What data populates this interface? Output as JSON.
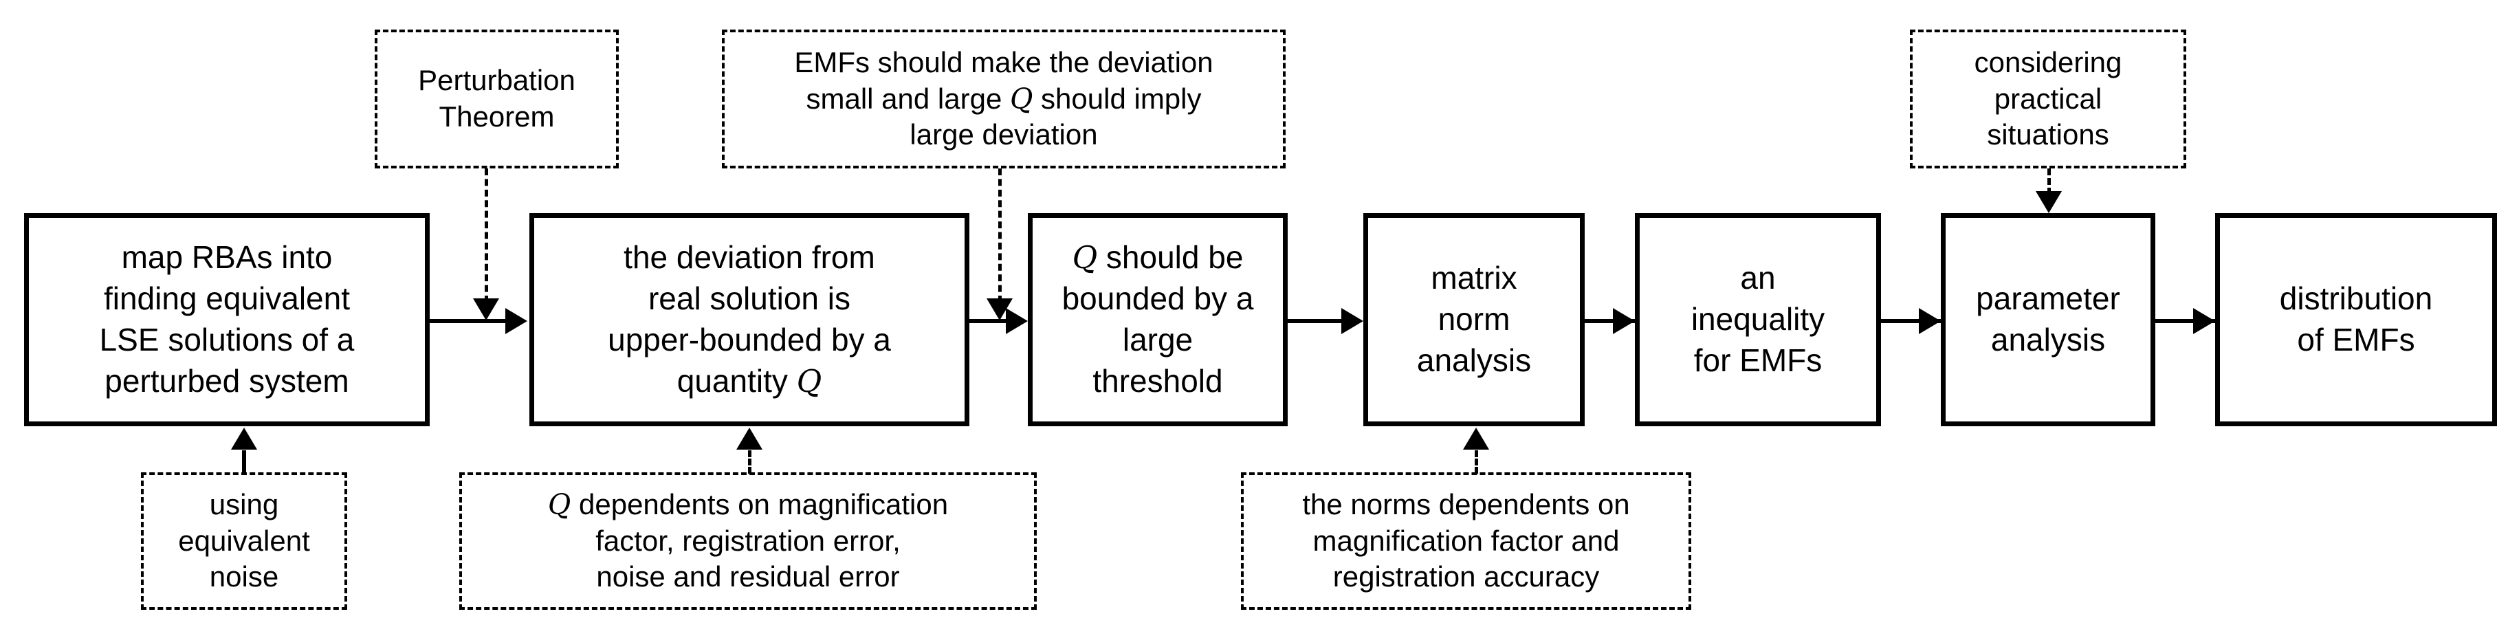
{
  "diagram": {
    "title": "Flowchart of EMF derivation via perturbation analysis",
    "background_color": "#ffffff",
    "stroke_color": "#000000",
    "math_symbol": "Q",
    "main_nodes": [
      {
        "id": "n1",
        "label_pre": "map RBAs into\nfinding equivalent\nLSE solutions of a\nperturbed system",
        "label_q": "",
        "label_post": ""
      },
      {
        "id": "n2",
        "label_pre": "the deviation from\nreal solution is\nupper-bounded by a\nquantity   ",
        "label_q": "Q",
        "label_post": ""
      },
      {
        "id": "n3",
        "label_pre": "",
        "label_q": "Q",
        "label_post": " should be\nbounded by a\nlarge\nthreshold"
      },
      {
        "id": "n4",
        "label_pre": "matrix\nnorm\nanalysis",
        "label_q": "",
        "label_post": ""
      },
      {
        "id": "n5",
        "label_pre": "an\ninequality\nfor EMFs",
        "label_q": "",
        "label_post": ""
      },
      {
        "id": "n6",
        "label_pre": "parameter\nanalysis",
        "label_q": "",
        "label_post": ""
      },
      {
        "id": "n7",
        "label_pre": "distribution\nof EMFs",
        "label_q": "",
        "label_post": ""
      }
    ],
    "annotation_nodes": [
      {
        "id": "a1",
        "label_pre": "Perturbation\nTheorem",
        "label_q": "",
        "label_post": ""
      },
      {
        "id": "a2",
        "label_pre": "EMFs should make the deviation\nsmall and large     ",
        "label_q": "Q",
        "label_post": " should imply\nlarge deviation"
      },
      {
        "id": "a3",
        "label_pre": "considering\npractical\nsituations",
        "label_q": "",
        "label_post": ""
      },
      {
        "id": "a4",
        "label_pre": "using\nequivalent\nnoise",
        "label_q": "",
        "label_post": ""
      },
      {
        "id": "a5",
        "label_pre": "",
        "label_q": "Q",
        "label_post": " dependents on magnification\nfactor, registration error,\nnoise and residual error"
      },
      {
        "id": "a6",
        "label_pre": "the norms dependents on\nmagnification factor and\nregistration accuracy",
        "label_q": "",
        "label_post": ""
      }
    ],
    "edges": [
      {
        "id": "e1",
        "from": "n1",
        "to": "n2",
        "style": "solid",
        "direction": "right"
      },
      {
        "id": "e2",
        "from": "n2",
        "to": "n3",
        "style": "solid",
        "direction": "right"
      },
      {
        "id": "e3",
        "from": "n3",
        "to": "n4",
        "style": "solid",
        "direction": "right"
      },
      {
        "id": "e4",
        "from": "n4",
        "to": "n5",
        "style": "solid",
        "direction": "right"
      },
      {
        "id": "e5",
        "from": "n5",
        "to": "n6",
        "style": "solid",
        "direction": "right"
      },
      {
        "id": "e6",
        "from": "n6",
        "to": "n7",
        "style": "solid",
        "direction": "right"
      },
      {
        "id": "e7",
        "from": "a1",
        "to": "e1",
        "style": "dashed",
        "direction": "down"
      },
      {
        "id": "e8",
        "from": "a2",
        "to": "e2",
        "style": "dashed",
        "direction": "down"
      },
      {
        "id": "e9",
        "from": "a3",
        "to": "n6",
        "style": "dashed",
        "direction": "down"
      },
      {
        "id": "e10",
        "from": "a4",
        "to": "n1",
        "style": "solid",
        "direction": "up"
      },
      {
        "id": "e11",
        "from": "a5",
        "to": "n2",
        "style": "dashed",
        "direction": "up"
      },
      {
        "id": "e12",
        "from": "a6",
        "to": "n4",
        "style": "dashed",
        "direction": "up"
      }
    ]
  }
}
